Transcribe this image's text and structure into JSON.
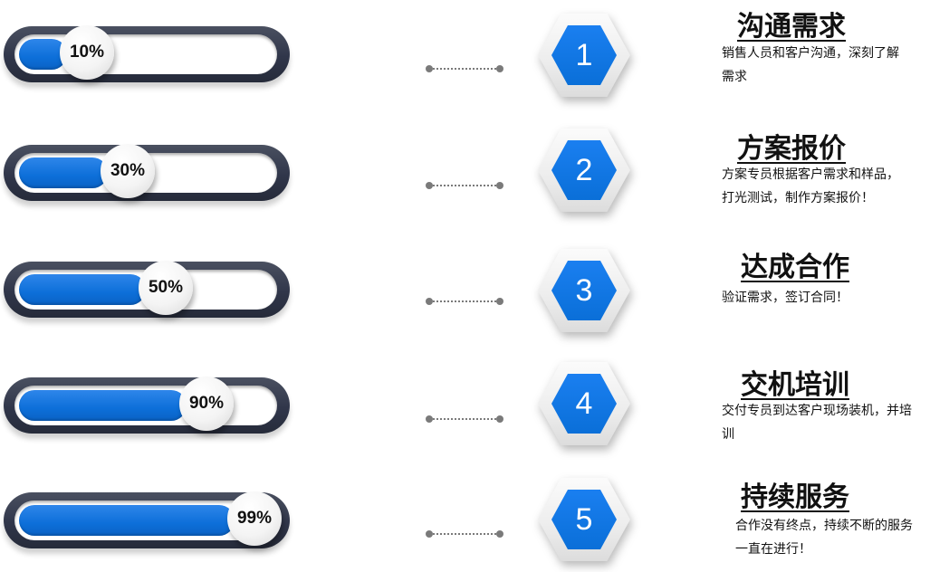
{
  "steps": [
    {
      "progress_label": "10%",
      "progress": 0.19,
      "number": "1",
      "title": "沟通需求",
      "desc": "销售人员和客户沟通，深刻了解需求"
    },
    {
      "progress_label": "30%",
      "progress": 0.35,
      "number": "2",
      "title": "方案报价",
      "desc": "方案专员根据客户需求和样品，打光测试，制作方案报价！"
    },
    {
      "progress_label": "50%",
      "progress": 0.5,
      "number": "3",
      "title": "达成合作",
      "desc": "验证需求，签订合同！"
    },
    {
      "progress_label": "90%",
      "progress": 0.66,
      "number": "4",
      "title": "交机培训",
      "desc": "交付专员到达客户现场装机，并培训"
    },
    {
      "progress_label": "99%",
      "progress": 0.85,
      "number": "5",
      "title": "持续服务",
      "desc": "合作没有终点，持续不断的服务一直在进行！"
    }
  ],
  "colors": {
    "accent": "#0d6fd9",
    "track": "#30364a"
  },
  "icons": {
    "connector": "dotted-line-icon",
    "badge": "hexagon-icon"
  }
}
